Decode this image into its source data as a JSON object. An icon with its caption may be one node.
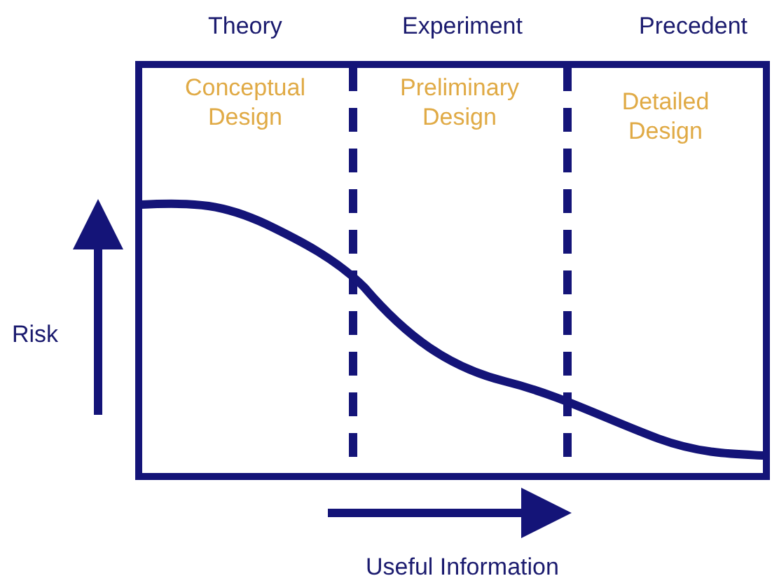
{
  "diagram": {
    "labels": [
      "Theory",
      "Experiment",
      "Precedent",
      "Conceptual Design",
      "Preliminary Design",
      "Detailed Design",
      "Risk",
      "Useful Information"
    ]
  }
}
